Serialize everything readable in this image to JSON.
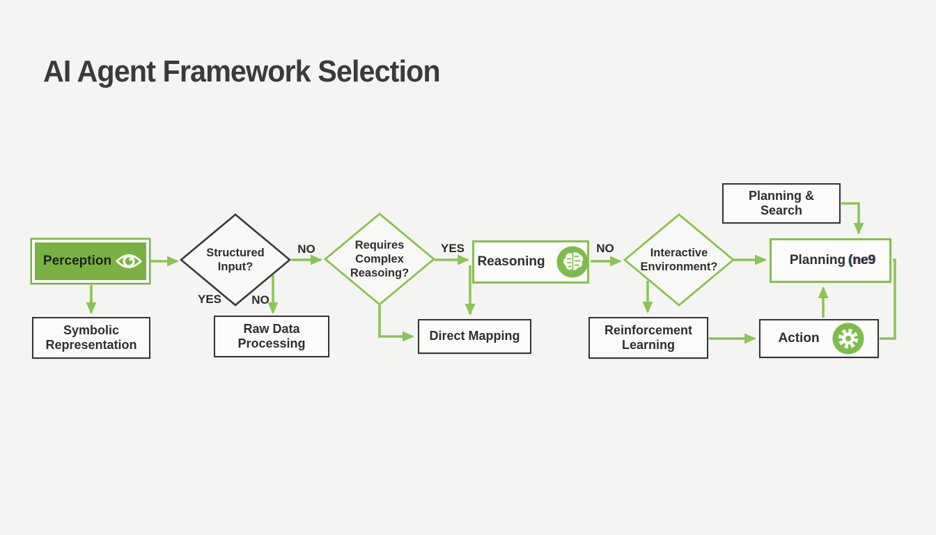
{
  "title": "AI Agent Framework Selection",
  "flowchart": {
    "nodes": {
      "perception": {
        "label": "Perception",
        "icon": "eye-icon"
      },
      "symbolic_representation": {
        "label": "Symbolic Representation"
      },
      "structured_input": {
        "label": "Structured Input?"
      },
      "raw_data_processing": {
        "label": "Raw Data Processing"
      },
      "requires_complex_reasoning": {
        "label": "Requires Complex Reasoing?"
      },
      "reasoning": {
        "label": "Reasoning",
        "icon": "brain-icon"
      },
      "direct_mapping": {
        "label": "Direct Mapping"
      },
      "interactive_environment": {
        "label": "Interactive Environment?"
      },
      "reinforcement_learning": {
        "label": "Reinforcement Learning"
      },
      "planning_and_search": {
        "label": "Planning & Search"
      },
      "planning": {
        "label_main": "Planning",
        "label_glitch": "(ne9"
      },
      "action": {
        "label": "Action",
        "icon": "gear-icon"
      }
    },
    "edge_labels": {
      "structured_no_right": "NO",
      "structured_yes_bottom": "YES",
      "structured_no_bottom": "NO",
      "reasoning_yes": "YES",
      "interactive_no": "NO"
    }
  },
  "colors": {
    "background": "#f4f5f3",
    "accent_green_fill": "#79b243",
    "arrow_green": "#8cc455",
    "green_border": "#85c04c",
    "icon_circle_green": "#7cbd4a",
    "node_border_dark": "#333333",
    "text_dark": "#2e2e2e",
    "title_color": "#3a3a3c"
  }
}
